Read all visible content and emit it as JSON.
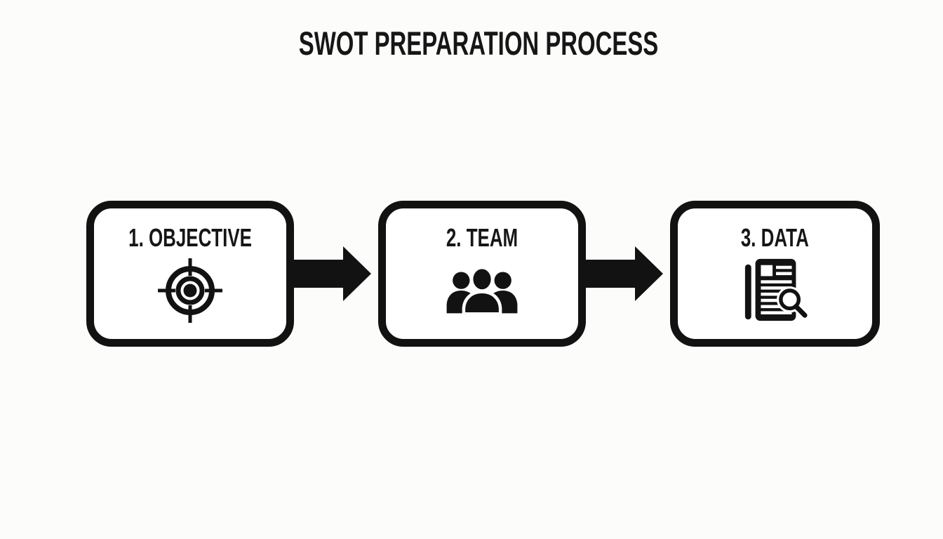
{
  "title": "SWOT PREPARATION PROCESS",
  "steps": [
    {
      "label": "1. OBJECTIVE",
      "icon": "target-icon"
    },
    {
      "label": "2. TEAM",
      "icon": "team-icon"
    },
    {
      "label": "3. DATA",
      "icon": "document-search-icon"
    }
  ],
  "connectors": [
    {
      "icon": "arrow-right-icon"
    },
    {
      "icon": "arrow-right-icon"
    }
  ],
  "colors": {
    "ink": "#121212",
    "background": "#fcfcfb",
    "box_fill": "#ffffff"
  }
}
